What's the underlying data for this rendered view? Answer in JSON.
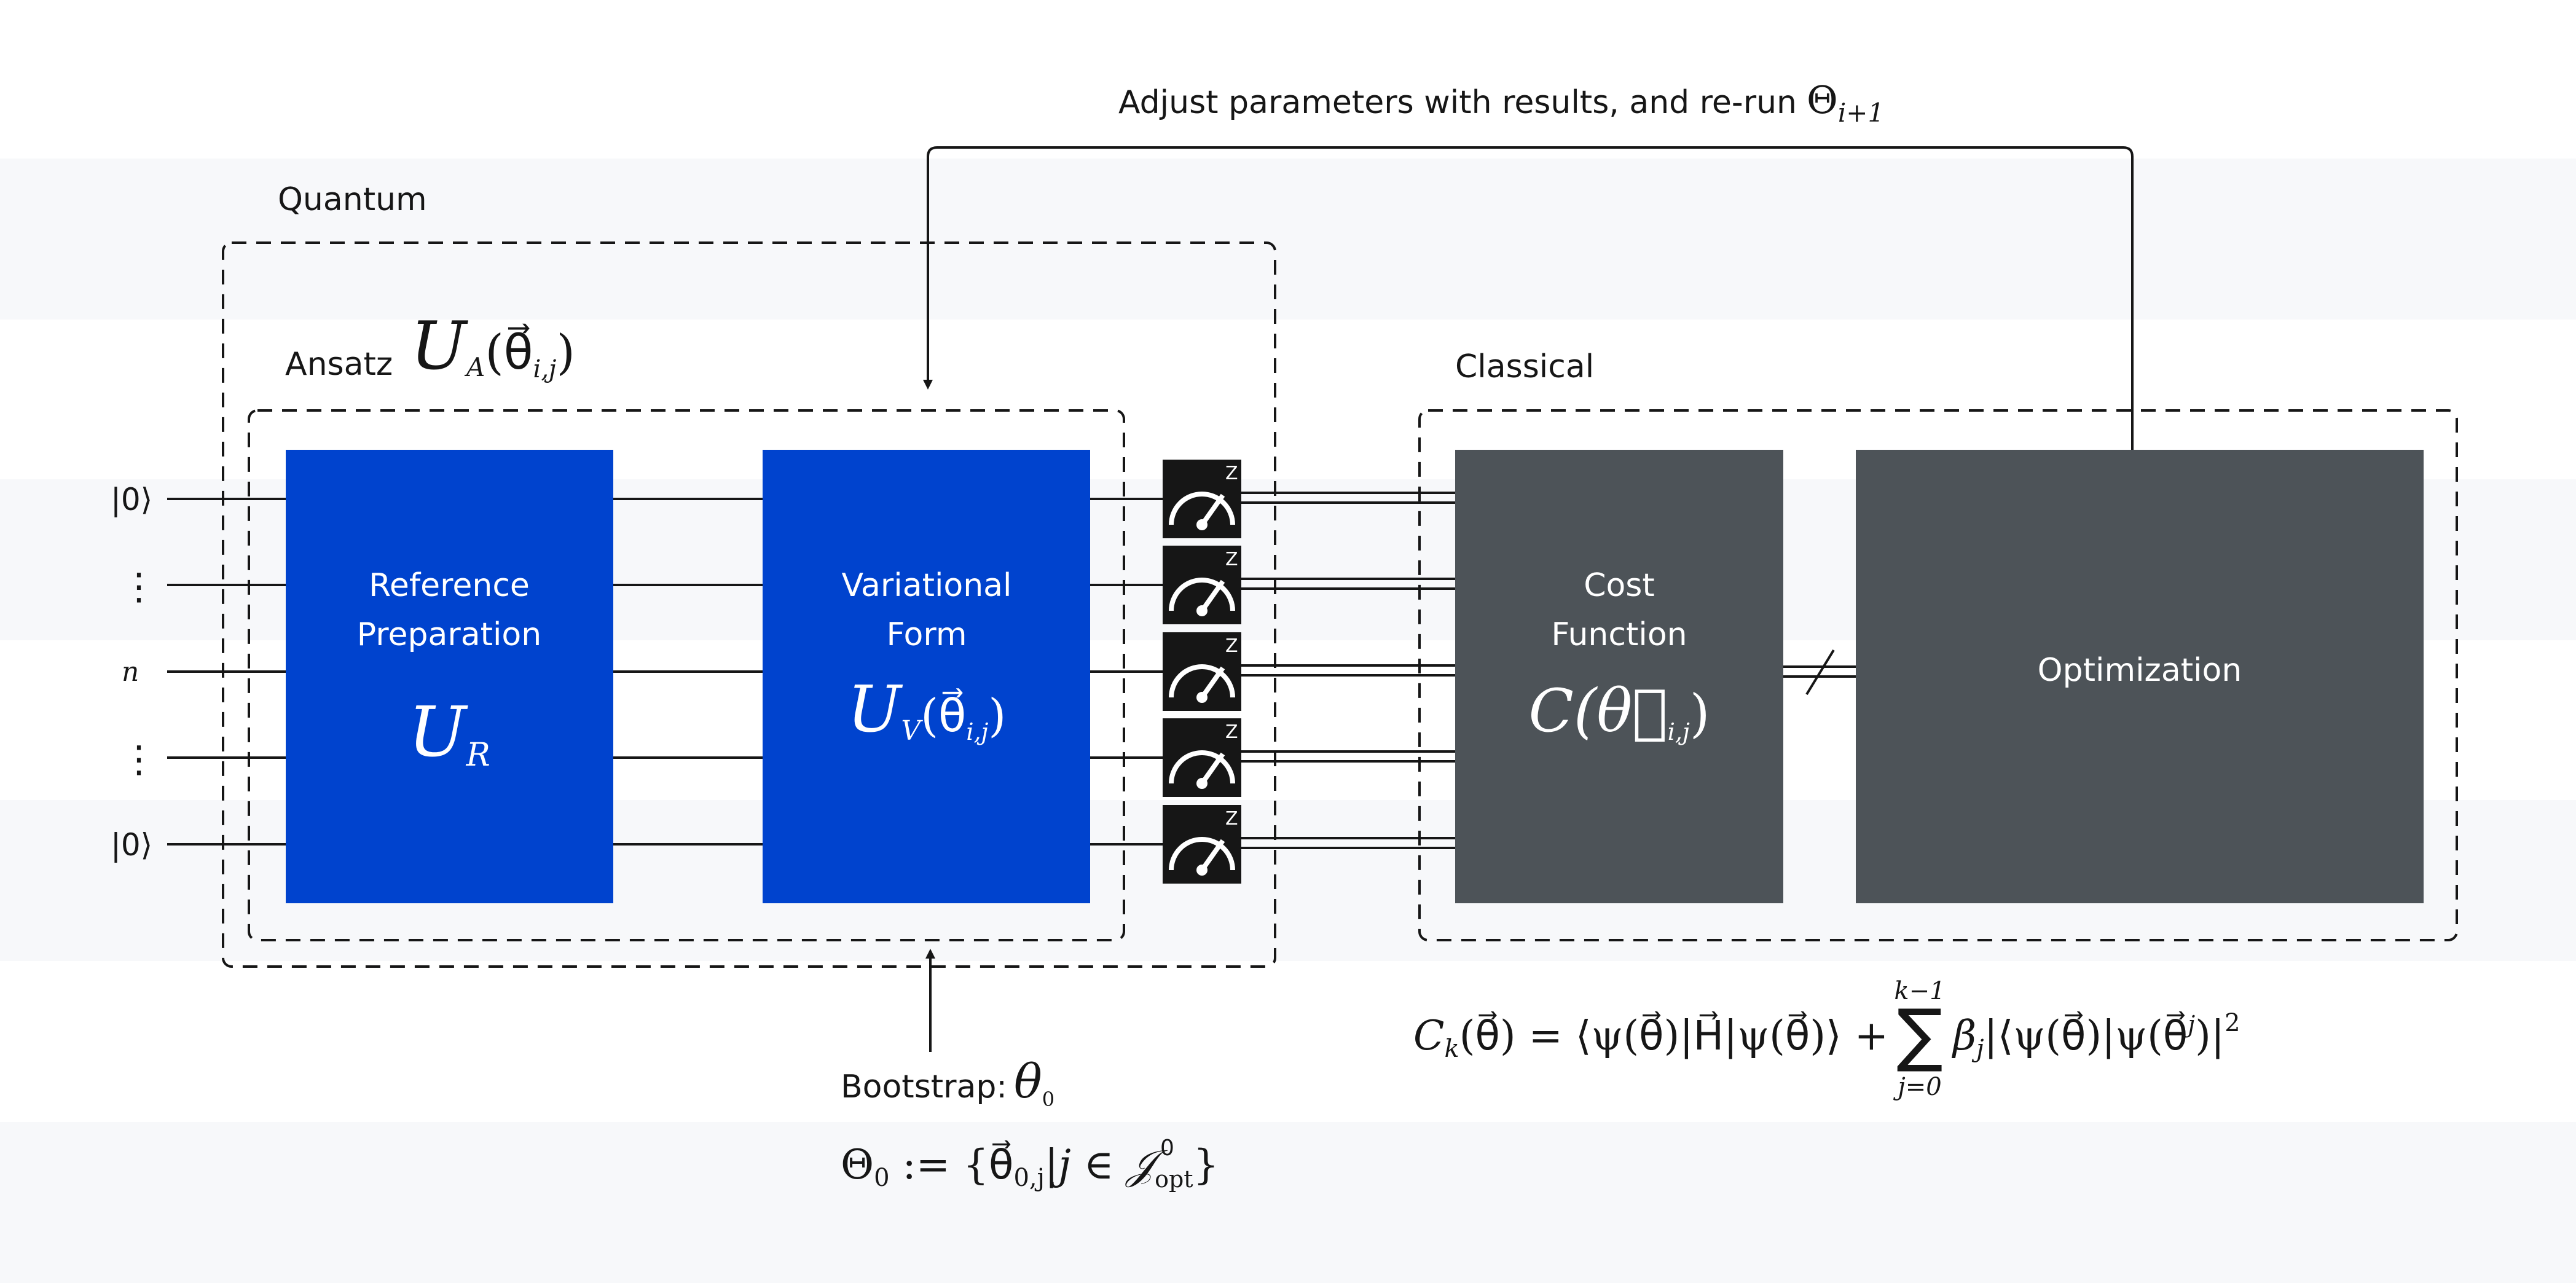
{
  "colors": {
    "stripe": "#f7f8fa",
    "quantum_block": "#0043ce",
    "classical_block": "#4d5358",
    "meter_bg": "#161616",
    "line": "#161616",
    "text": "#161616",
    "block_text": "#ffffff"
  },
  "header": {
    "feedback_label": "Adjust parameters with results, and re-run",
    "feedback_math": "Θ",
    "feedback_math_sub": "i+1"
  },
  "quantum": {
    "label": "Quantum"
  },
  "ansatz": {
    "label": "Ansatz",
    "math": "U",
    "math_sub": "A",
    "math_arg": "(θ⃗",
    "math_arg_sub": "i,j",
    "math_close": ")"
  },
  "classical": {
    "label": "Classical"
  },
  "qubits": {
    "labels": [
      "|0⟩",
      "⋮",
      "n",
      "⋮",
      "|0⟩"
    ]
  },
  "blocks": {
    "reference": {
      "line1": "Reference",
      "line2": "Preparation",
      "math": "U",
      "math_sub": "R"
    },
    "variational": {
      "line1": "Variational",
      "line2": "Form",
      "math": "U",
      "math_sub": "V",
      "math_arg": "(θ⃗",
      "math_arg_sub": "i,j",
      "math_close": ")"
    },
    "cost": {
      "line1": "Cost",
      "line2": "Function",
      "math": "C(θ⃗",
      "math_sub": "i,j",
      "math_close": ")"
    },
    "optimization": {
      "label": "Optimization"
    }
  },
  "measurement": {
    "basis_label": "Z",
    "count": 5,
    "icon": "gauge-meter-icon"
  },
  "bootstrap": {
    "label": "Bootstrap:",
    "math": "θ",
    "math_sub": "0",
    "set_lhs": "Θ",
    "set_lhs_sub": "0",
    "set_rhs": " := {θ⃗",
    "set_rhs_sub": "0,j",
    "set_rhs_mid": "|j ∈ 𝒥",
    "set_rhs_sup": "0",
    "set_rhs_sub2": "opt",
    "set_rhs_close": "}"
  },
  "cost_formula": {
    "lhs": "C",
    "lhs_sub": "k",
    "lhs_arg": "(θ⃗) = ⟨ψ(θ⃗)|H⃗|ψ(θ⃗)⟩ +",
    "sum_symbol": "∑",
    "sum_upper": "k−1",
    "sum_lower": "j=0",
    "rhs": "β",
    "rhs_sub": "j",
    "rhs_rest": "|⟨ψ(θ⃗)|ψ(θ⃗",
    "rhs_sup_j": "j",
    "rhs_close": ")|",
    "rhs_power": "2"
  }
}
